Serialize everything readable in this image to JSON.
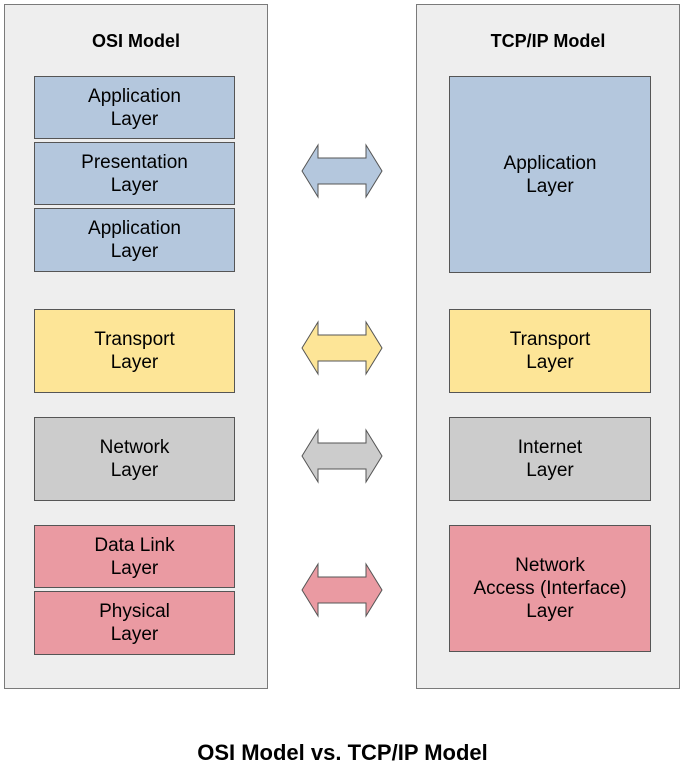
{
  "osi": {
    "title": "OSI Model",
    "layers": [
      {
        "label": "Application\nLayer",
        "color": "#b4c7dd"
      },
      {
        "label": "Presentation\nLayer",
        "color": "#b4c7dd"
      },
      {
        "label": "Application\nLayer",
        "color": "#b4c7dd"
      },
      {
        "label": "Transport\nLayer",
        "color": "#fde597"
      },
      {
        "label": "Network\nLayer",
        "color": "#cccccc"
      },
      {
        "label": "Data Link\nLayer",
        "color": "#ea9aa2"
      },
      {
        "label": "Physical\nLayer",
        "color": "#ea9aa2"
      }
    ]
  },
  "tcpip": {
    "title": "TCP/IP Model",
    "layers": [
      {
        "label": "Application\nLayer",
        "color": "#b4c7dd"
      },
      {
        "label": "Transport\nLayer",
        "color": "#fde597"
      },
      {
        "label": "Internet\nLayer",
        "color": "#cccccc"
      },
      {
        "label": "Network\nAccess (Interface)\nLayer",
        "color": "#ea9aa2"
      }
    ]
  },
  "arrows": [
    {
      "color": "#b4c7dd"
    },
    {
      "color": "#fde597"
    },
    {
      "color": "#cccccc"
    },
    {
      "color": "#ea9aa2"
    }
  ],
  "caption": "OSI Model vs. TCP/IP Model"
}
